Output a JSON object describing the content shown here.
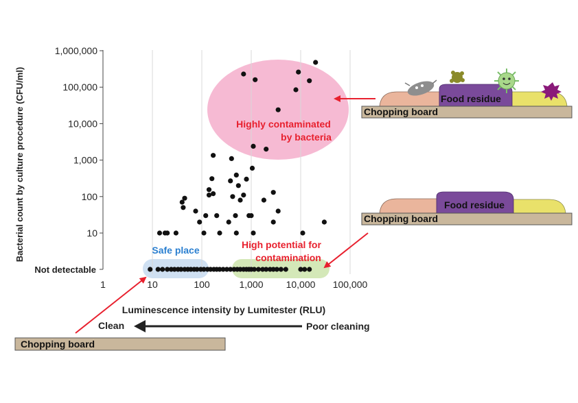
{
  "chart_data": {
    "type": "scatter",
    "xlabel": "Luminescence intensity by Lumitester (RLU)",
    "ylabel": "Bacterial count by culture procedure (CFU/ml)",
    "x_scale": "log",
    "y_scale": "log",
    "xlim": [
      1,
      100000
    ],
    "ylim": [
      "Not detectable",
      1000000
    ],
    "x_ticks": [
      "1",
      "10",
      "100",
      "1,000",
      "10,000",
      "100,000"
    ],
    "y_ticks": [
      "Not detectable",
      "10",
      "100",
      "1,000",
      "10,000",
      "100,000",
      "1,000,000"
    ],
    "grid": "vertical",
    "points": [
      [
        700,
        230000
      ],
      [
        1200,
        160000
      ],
      [
        9000,
        260000
      ],
      [
        20000,
        480000
      ],
      [
        8000,
        85000
      ],
      [
        15000,
        150000
      ],
      [
        3500,
        24000
      ],
      [
        1100,
        2400
      ],
      [
        2000,
        2000
      ],
      [
        170,
        1350
      ],
      [
        1050,
        600
      ],
      [
        400,
        1100
      ],
      [
        500,
        390
      ],
      [
        800,
        300
      ],
      [
        160,
        310
      ],
      [
        380,
        270
      ],
      [
        550,
        200
      ],
      [
        140,
        155
      ],
      [
        2800,
        130
      ],
      [
        140,
        110
      ],
      [
        45,
        90
      ],
      [
        170,
        120
      ],
      [
        1800,
        80
      ],
      [
        420,
        100
      ],
      [
        700,
        110
      ],
      [
        40,
        70
      ],
      [
        600,
        80
      ],
      [
        42,
        50
      ],
      [
        75,
        40
      ],
      [
        120,
        30
      ],
      [
        200,
        30
      ],
      [
        480,
        30
      ],
      [
        900,
        30
      ],
      [
        1000,
        30
      ],
      [
        3500,
        40
      ],
      [
        2800,
        20
      ],
      [
        350,
        20
      ],
      [
        90,
        20
      ],
      [
        30000,
        20
      ],
      [
        110,
        10
      ],
      [
        14,
        10
      ],
      [
        18,
        10
      ],
      [
        20,
        10
      ],
      [
        30,
        10
      ],
      [
        230,
        10
      ],
      [
        500,
        10
      ],
      [
        1100,
        10
      ],
      [
        11000,
        10
      ]
    ],
    "not_detectable_x": [
      9,
      13,
      16,
      20,
      24,
      28,
      33,
      38,
      45,
      52,
      60,
      70,
      80,
      95,
      110,
      130,
      150,
      175,
      200,
      230,
      270,
      320,
      380,
      450,
      520,
      600,
      700,
      800,
      900,
      1000,
      1150,
      1400,
      1700,
      2000,
      2400,
      2800,
      3300,
      4000,
      5000,
      10000,
      12000,
      15000
    ]
  },
  "annotations": {
    "high_contamination": [
      "Highly contaminated",
      "by bacteria"
    ],
    "safe_place": "Safe place",
    "high_potential": [
      "High potential for",
      "contamination"
    ],
    "clean": "Clean",
    "poor_cleaning": "Poor cleaning"
  },
  "illustrations": {
    "top_board": {
      "board_label": "Chopping board",
      "residue_label": "Food residue"
    },
    "mid_board": {
      "board_label": "Chopping board",
      "residue_label": "Food residue"
    },
    "bottom_board": {
      "board_label": "Chopping board"
    }
  },
  "colors": {
    "pink_zone": "#f4aecb",
    "blue_zone": "#cfe0f2",
    "green_zone": "#d4e8b8",
    "red_text": "#e8202e",
    "blue_text": "#2a7fd0",
    "board": "#c9b79c",
    "residue_peach": "#eab59c",
    "residue_purple": "#7a4a9a",
    "residue_yellow": "#e9e16a"
  }
}
